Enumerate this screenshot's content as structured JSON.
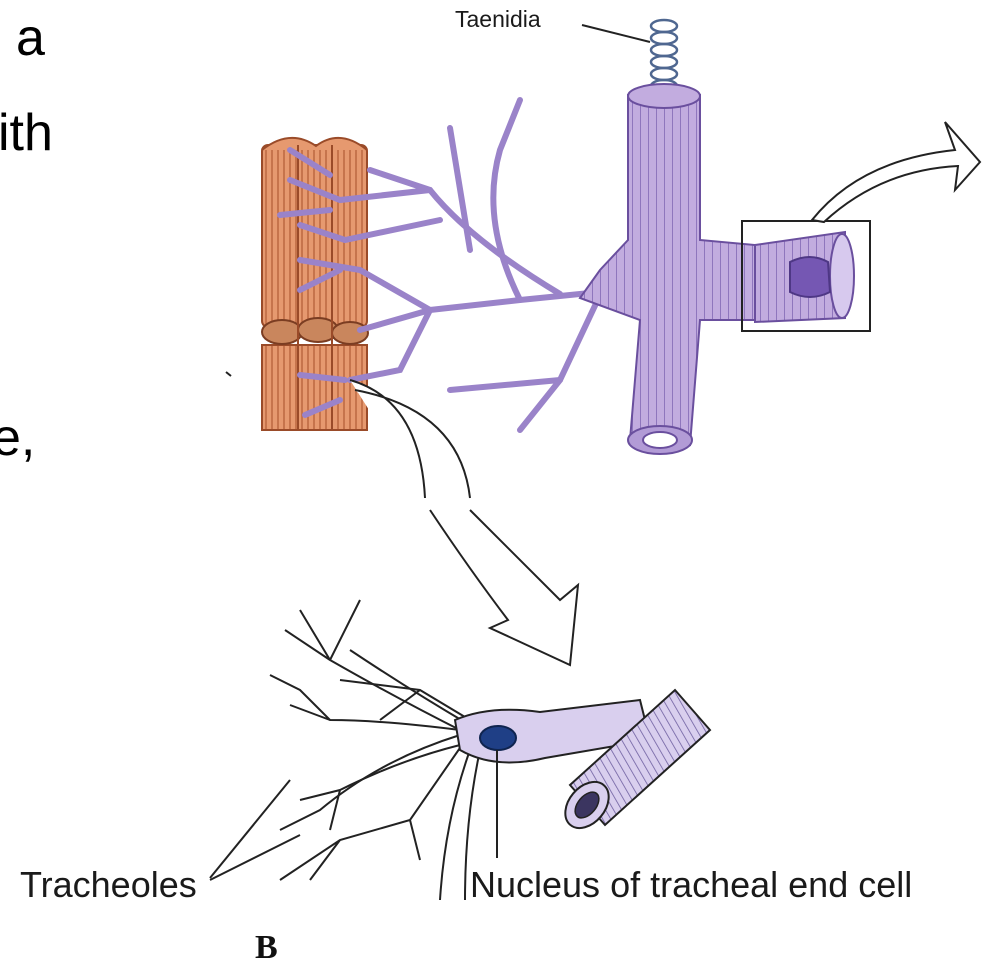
{
  "slide_fragments": [
    "a",
    "ith",
    "e,"
  ],
  "labels": {
    "taenidia": "Taenidia",
    "tracheoles": "Tracheoles",
    "nucleus": "Nucleus of tracheal end cell",
    "panel": "B"
  },
  "colors": {
    "trachea": "#b9a2dc",
    "trachea_dark": "#7f63b3",
    "muscle": "#e3906a",
    "muscle_dark": "#a4522f",
    "nucleus": "#1f3f86",
    "line": "#2a2a2a"
  }
}
